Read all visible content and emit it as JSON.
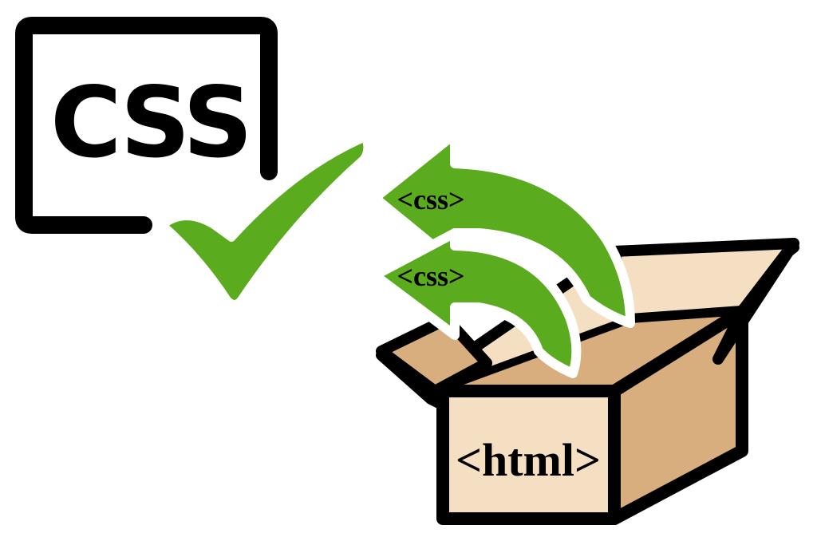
{
  "css_badge": {
    "label": "CSS"
  },
  "arrows": [
    {
      "label": "<css>"
    },
    {
      "label": "<css>"
    }
  ],
  "box": {
    "label": "<html>"
  },
  "colors": {
    "green": "#5aab1e",
    "outline": "#000000",
    "box_light": "#f4dfc2",
    "box_dark": "#d8ae7e",
    "background": "#ffffff"
  },
  "icons": [
    "css-file-icon",
    "checkmark-icon",
    "curved-arrow-icon",
    "open-box-icon"
  ]
}
